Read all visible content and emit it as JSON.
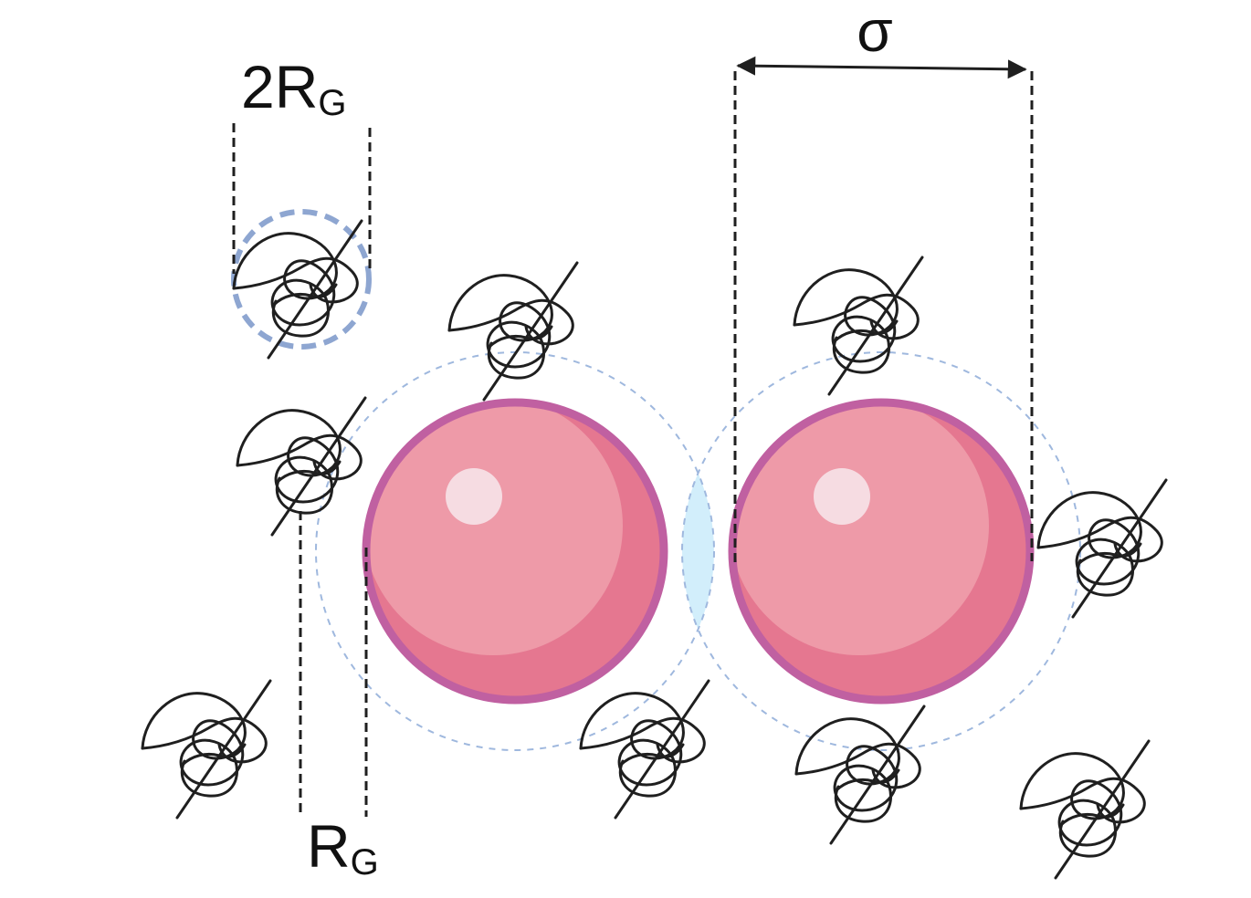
{
  "labels": {
    "diameter": "2R",
    "diameter_sub": "G",
    "radius": "R",
    "radius_sub": "G",
    "sigma": "σ"
  },
  "colors": {
    "particle_fill": "#ee9aa8",
    "particle_shade": "#e57790",
    "particle_rim": "#c060a1",
    "highlight": "#f6dce2",
    "depletion_overlap": "#d2eefb",
    "depletion_boundary": "#9fb8de",
    "coil_boundary": "#8ea6d1",
    "polymer_stroke": "#1f1f1f",
    "guide_stroke": "#1f1f1f"
  },
  "icons": {
    "polymer": "polymer-coil-icon",
    "particle": "colloid-particle"
  }
}
